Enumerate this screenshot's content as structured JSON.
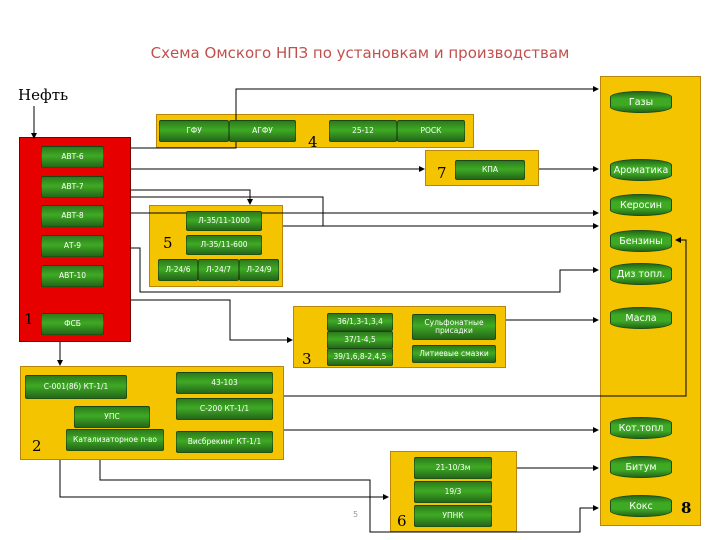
{
  "title": "Схема Омского НПЗ по установкам и производствам",
  "page_number": "5",
  "feed_label": "Нефть",
  "zone_numbers": {
    "z1": "1",
    "z2": "2",
    "z3": "3",
    "z4": "4",
    "z5": "5",
    "z6": "6",
    "z7": "7",
    "z8": "8"
  },
  "zone1_units": [
    "АВТ-6",
    "АВТ-7",
    "АВТ-8",
    "АТ-9",
    "АВТ-10",
    "ФСБ"
  ],
  "zone4_units": [
    "ГФУ",
    "АГФУ",
    "25-12",
    "РОСК"
  ],
  "zone7_units": [
    "КПА"
  ],
  "zone5_units": [
    "Л-35/11-1000",
    "Л-35/11-600",
    "Л-24/6",
    "Л-24/7",
    "Л-24/9"
  ],
  "zone3_units": [
    "36/1,3-1,3,4",
    "37/1-4,5",
    "39/1,6,8-2,4,5",
    "Сульфонатные присадки",
    "Литиевые смазки"
  ],
  "zone2_units": [
    "43-103",
    "С-001(8б) КТ-1/1",
    "С-200 КТ-1/1",
    "УПС",
    "Катализаторное п-во",
    "Висбрекинг КТ-1/1"
  ],
  "zone6_units": [
    "21-10/3м",
    "19/3",
    "УПНК"
  ],
  "products": [
    "Газы",
    "Ароматика",
    "Керосин",
    "Бензины",
    "Диз топл.",
    "Масла",
    "Кот.топл",
    "Битум",
    "Кокс"
  ]
}
